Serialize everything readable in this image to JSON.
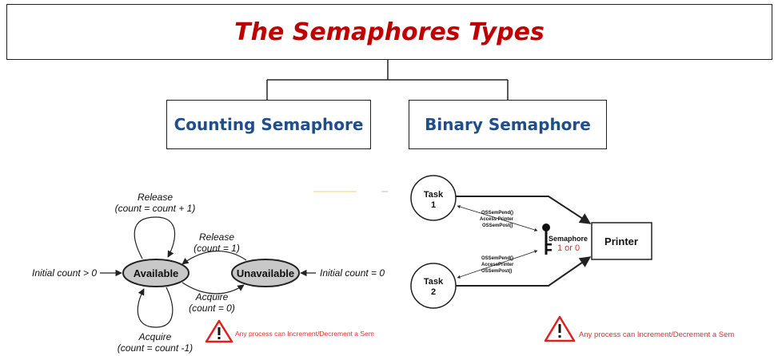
{
  "title": "The Semaphores Types",
  "types": {
    "counting": "Counting Semaphore",
    "binary": "Binary Semaphore"
  },
  "counting_diagram": {
    "available": "Available",
    "unavailable": "Unavailable",
    "initial_gt0": "Initial count > 0",
    "initial_eq0": "Initial count = 0",
    "release_self_1": "Release",
    "release_self_2": "(count =  count + 1)",
    "release_1": "Release",
    "release_2": "(count = 1)",
    "acquire_1": "Acquire",
    "acquire_2": "(count = 0)",
    "acquire_self_1": "Acquire",
    "acquire_self_2": "(count = count -1)",
    "warning": "Any process can Increment/Decrement a Sem"
  },
  "binary_diagram": {
    "task1_a": "Task",
    "task1_b": "1",
    "task2_a": "Task",
    "task2_b": "2",
    "printer": "Printer",
    "semaphore": "Semaphore",
    "sem_values": "1 or 0",
    "ops1": [
      "OSSemPend()",
      "Access Printer",
      "OSSemPost()"
    ],
    "ops2": [
      "OSSemPend()",
      "AccessPrinter",
      "OSSemPost()"
    ],
    "warning": "Any process can Increment/Decrement a Sem"
  },
  "colors": {
    "title": "#c00000",
    "type_label": "#1f4e89",
    "warning_text": "#e03030",
    "state_fill": "#c8c8c8"
  }
}
